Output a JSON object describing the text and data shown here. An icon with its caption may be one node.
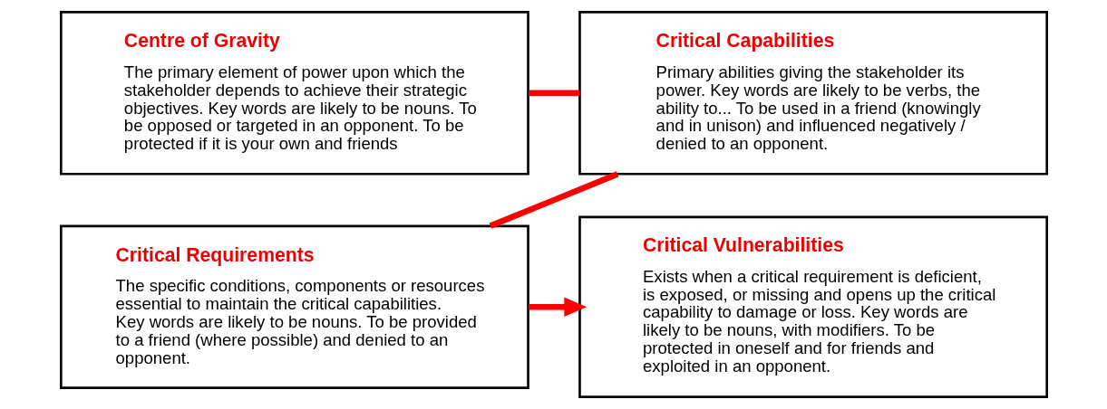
{
  "diagram": {
    "nodes": [
      {
        "text": [
          "Centre of Gravity",
          "The primary element of power upon which the stakeholder depends to achieve their strategic objectives. Key words are likely to be nouns. To be opposed or targeted in an opponent. To be protected if it is your own and friends"
        ]
      },
      {
        "text": [
          "Critical Capabilities",
          "Primary abilities giving the stakeholder its power. Key words are likely to be verbs, the ability to... To be used in a friend (knowingly and in unison) and influenced negatively / denied to an opponent."
        ]
      },
      {
        "text": [
          "Critical Requirements",
          "The specific conditions, components or resources essential to maintain the critical capabilities. Key words are likely to be nouns. To be provided to a friend (where possible) and denied to an opponent."
        ]
      },
      {
        "text": [
          "Critical Vulnerabilities",
          "Exists when a critical requirement is deficient, is exposed, or missing and opens up the critical capability to damage or loss. Key words are likely to be nouns, with modifiers. To be protected in oneself and for friends and exploited in an opponent."
        ]
      }
    ],
    "edges": [
      {
        "from": 0,
        "to": 1,
        "arrow": "none",
        "color": "#ff0000"
      },
      {
        "from": 1,
        "to": 2,
        "arrow": "none",
        "color": "#ff0000"
      },
      {
        "from": 2,
        "to": 3,
        "arrow": "to",
        "color": "#ff0000"
      }
    ]
  }
}
